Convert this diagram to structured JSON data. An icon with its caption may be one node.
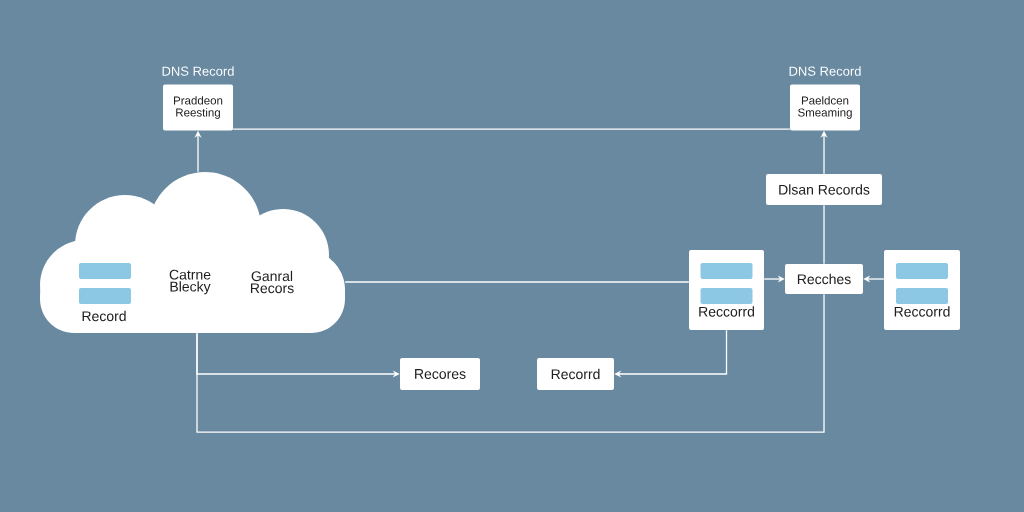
{
  "diagram": {
    "nodes": [
      {
        "text": [
          "DNS Record",
          "Praddeon Reesting"
        ]
      },
      {
        "text": [
          "DNS Record",
          "Paeldcen Smeaming"
        ]
      },
      {
        "text": [
          "Catrne Blecky",
          "Ganral Recors",
          "Record"
        ]
      },
      {
        "text": [
          "Dlsan Records"
        ]
      },
      {
        "text": [
          "Reccorrd"
        ]
      },
      {
        "text": [
          "Recches"
        ]
      },
      {
        "text": [
          "Reccorrd"
        ]
      },
      {
        "text": [
          "Recores"
        ]
      },
      {
        "text": [
          "Recorrd"
        ]
      }
    ],
    "edges": [
      {
        "from": 2,
        "to": 0,
        "arrow": "to"
      },
      {
        "from": 0,
        "to": 1,
        "arrow": "none"
      },
      {
        "from": 3,
        "to": 1,
        "arrow": "to"
      },
      {
        "from": 5,
        "to": 3,
        "arrow": "none"
      },
      {
        "from": 2,
        "to": 4,
        "arrow": "none"
      },
      {
        "from": 4,
        "to": 5,
        "arrow": "to"
      },
      {
        "from": 6,
        "to": 5,
        "arrow": "to"
      },
      {
        "from": 2,
        "to": 7,
        "arrow": "to"
      },
      {
        "from": 4,
        "to": 8,
        "arrow": "to"
      },
      {
        "from": 2,
        "to": 5,
        "arrow": "none"
      }
    ]
  }
}
